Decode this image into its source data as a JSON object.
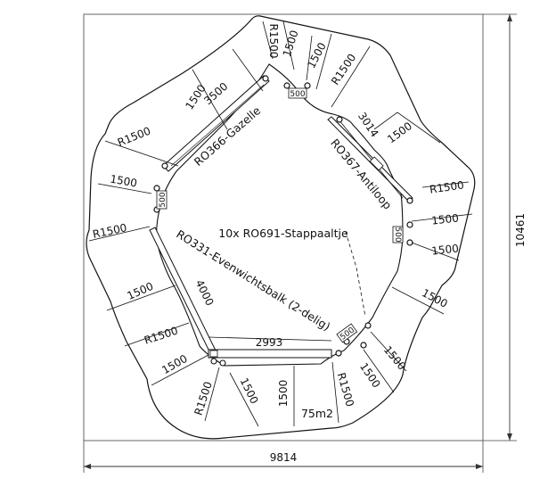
{
  "overall": {
    "width": "9814",
    "height": "10461",
    "area": "75m2"
  },
  "labels": {
    "gazelle": "RO366-Gazelle",
    "antiloop": "RO367-Antiloop",
    "evenwichtsbalk": "RO331-Evenwichtsbalk (2-delig)",
    "stappaaltje": "10x RO691-Stappaaltje"
  },
  "dims": {
    "r_top": "R1500",
    "d_top_a": "1500",
    "d_top_b": "1500",
    "r_top_right": "R1500",
    "peg_top": "500",
    "gaz_len": "3500",
    "gaz_side": "1500",
    "r_upper_left": "R1500",
    "ant_len": "3014",
    "ant_side": "1500",
    "r_right": "R1500",
    "left_mid": "1500",
    "peg_left": "500",
    "right_a": "1500",
    "right_b": "1500",
    "peg_right": "500",
    "r_left": "R1500",
    "beam_len_a": "4000",
    "left_low": "1500",
    "r_left_low": "R1500",
    "right_low": "1500",
    "beam_len_b": "2993",
    "peg_low": "500",
    "bot_left": "1500",
    "r_bot_left": "R1500",
    "bot_mid_a": "1500",
    "bot_mid_b": "1500",
    "r_bot": "R1500",
    "bot_right_a": "1500",
    "bot_right_b": "1500"
  }
}
